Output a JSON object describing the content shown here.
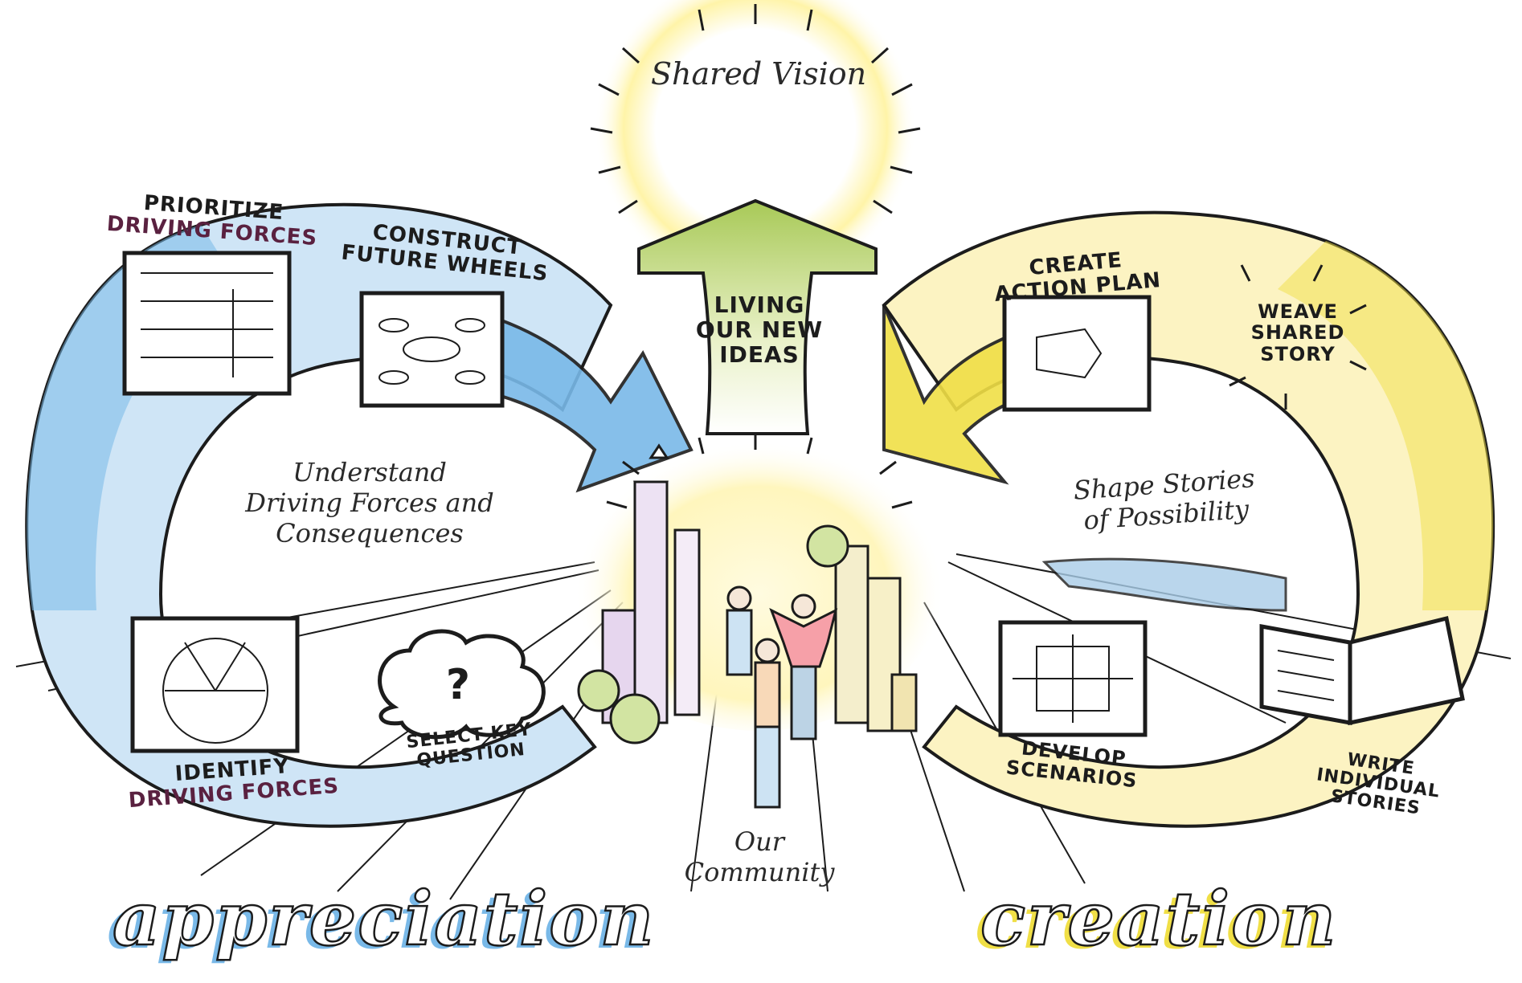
{
  "diagram": {
    "colors": {
      "appreciation_blue": "#79b9e8",
      "creation_yellow": "#f0df46",
      "living_green": "#a8c957",
      "glow_yellow": "#fff4a8",
      "ink": "#1c1c1c",
      "accent_purple": "#5a2140"
    },
    "top": {
      "shared_vision": "Shared Vision",
      "living_arrow": [
        "LIVING",
        "OUR NEW",
        "IDEAS"
      ]
    },
    "left_loop": {
      "phase_label": [
        "Understand",
        "Driving Forces and",
        "Consequences"
      ],
      "steps": {
        "prioritize": [
          "PRIORITIZE",
          "DRIVING FORCES"
        ],
        "construct": [
          "CONSTRUCT",
          "FUTURE WHEELS"
        ],
        "identify": [
          "IDENTIFY",
          "DRIVING FORCES"
        ],
        "select": [
          "SELECT KEY",
          "QUESTION"
        ]
      }
    },
    "right_loop": {
      "phase_label": [
        "Shape Stories",
        "of Possibility"
      ],
      "steps": {
        "action_plan": [
          "CREATE",
          "ACTION PLAN"
        ],
        "weave": [
          "WEAVE",
          "SHARED",
          "STORY"
        ],
        "develop": [
          "DEVELOP",
          "SCENARIOS"
        ],
        "write": [
          "WRITE",
          "INDIVIDUAL",
          "STORIES"
        ]
      }
    },
    "center": {
      "community": [
        "Our",
        "Community"
      ]
    },
    "bottom": {
      "appreciation": "appreciation",
      "creation": "creation"
    }
  }
}
